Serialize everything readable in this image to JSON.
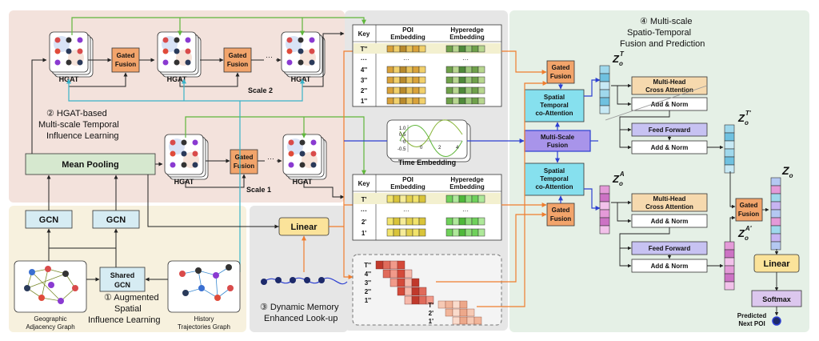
{
  "regions": {
    "hgat": {
      "label": "② HGAT-based Multi-scale Temporal Influence Learning",
      "line1": "② HGAT-based",
      "line2": "Multi-scale Temporal",
      "line3": "Influence Learning"
    },
    "spatial": {
      "line1": "① Augmented",
      "line2": "Spatial",
      "line3": "Influence Learning"
    },
    "memory": {
      "line1": "③ Dynamic Memory",
      "line2": "Enhanced Look-up"
    },
    "fusion": {
      "line1": "④ Multi-scale",
      "line2": "Spatio-Temporal",
      "line3": "Fusion and Prediction"
    }
  },
  "blocks": {
    "hgat_label": "HGAT",
    "gated_fusion_l1": "Gated",
    "gated_fusion_l2": "Fusion",
    "scale2": "Scale 2",
    "scale1": "Scale 1",
    "mean_pooling": "Mean Pooling",
    "gcn": "GCN",
    "shared_gcn_l1": "Shared",
    "shared_gcn_l2": "GCN",
    "linear": "Linear",
    "geo_graph_l1": "Geographic",
    "geo_graph_l2": "Adjacency Graph",
    "hist_graph_l1": "History",
    "hist_graph_l2": "Trajectories Graph",
    "time_embedding": "Time Embedding",
    "stca_l1": "Spatial",
    "stca_l2": "Temporal",
    "stca_l3": "co-Attention",
    "msf_l1": "Multi-Scale",
    "msf_l2": "Fusion",
    "mhca_l1": "Multi-Head",
    "mhca_l2": "Cross Attention",
    "add_norm": "Add & Norm",
    "feed_forward": "Feed Forward",
    "softmax": "Softmax",
    "predicted_l1": "Predicted",
    "predicted_l2": "Next POI"
  },
  "tables": {
    "key_header": "Key",
    "poi_header_l1": "POI",
    "poi_header_l2": "Embedding",
    "hyper_header_l1": "Hyperedge",
    "hyper_header_l2": "Embedding",
    "top_keys": [
      "T''",
      "···",
      "4''",
      "3''",
      "2''",
      "1''"
    ],
    "bottom_keys": [
      "T'",
      "···",
      "2'",
      "1'"
    ],
    "ellipsis": "···"
  },
  "lookup": {
    "keys_a": [
      "T''",
      "4''",
      "3''",
      "2''",
      "1''"
    ],
    "keys_b": [
      "T'",
      "2'",
      "1'"
    ]
  },
  "time_plot": {
    "y_ticks": [
      "1.0",
      "0.5",
      "0",
      "-0.5"
    ],
    "x_ticks": [
      "0",
      "2",
      "4"
    ]
  },
  "outputs": {
    "zoT": "Z",
    "zoT_sup": "T",
    "zoT_sub": "o",
    "zoT2_sup": "T'",
    "zoA_sup": "A",
    "zoA2_sup": "A'",
    "zo": "Z",
    "zo_sub": "o"
  },
  "colors": {
    "hgat_bg": "#f3e2dc",
    "spatial_bg": "#f7f1de",
    "memory_bg": "#e6e6e6",
    "fusion_bg": "#e5f0e6",
    "mean_pool": "#d6e8cf",
    "gcn": "#d6ecf3",
    "gated": "#f2a46b",
    "linear": "#fbe39a",
    "stca": "#86e0ee",
    "msf": "#a894ea",
    "mhca": "#f6d9ae",
    "ff": "#c7c2f2"
  }
}
